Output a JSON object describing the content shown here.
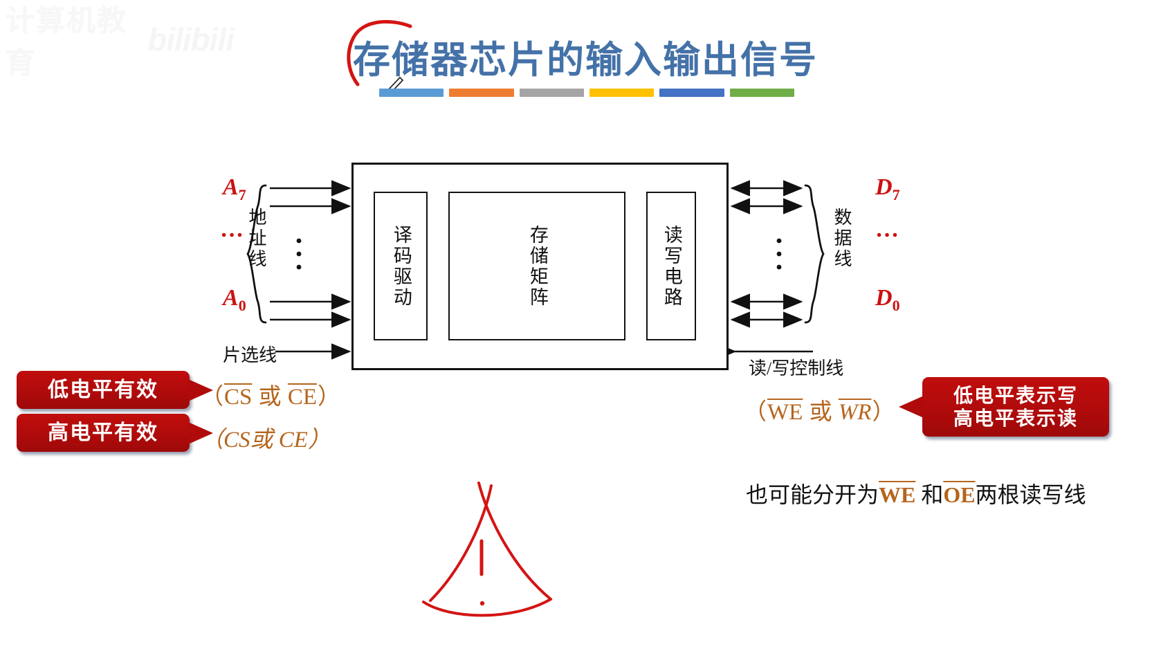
{
  "watermark": {
    "text": "计算机教育",
    "logo": "bilibili"
  },
  "title": {
    "text": "存储器芯片的输入输出信号"
  },
  "title_bars": [
    {
      "name": "bar-blue-light",
      "color": "#5b9bd5"
    },
    {
      "name": "bar-orange",
      "color": "#ed7d31"
    },
    {
      "name": "bar-gray",
      "color": "#a5a5a5"
    },
    {
      "name": "bar-yellow",
      "color": "#ffc000"
    },
    {
      "name": "bar-blue-dark",
      "color": "#4472c4"
    },
    {
      "name": "bar-green",
      "color": "#70ad47"
    }
  ],
  "diagram": {
    "inner_boxes": [
      {
        "name": "decoder-driver",
        "label": "译码驱动"
      },
      {
        "name": "memory-matrix",
        "label": "存储矩阵"
      },
      {
        "name": "read-write-circuit",
        "label": "读写电路"
      }
    ],
    "left": {
      "top_signal": "A",
      "top_signal_sub": "7",
      "dots": "…",
      "bottom_signal": "A",
      "bottom_signal_sub": "0",
      "bus_label": "地址线",
      "chip_select_label": "片选线"
    },
    "right": {
      "top_signal": "D",
      "top_signal_sub": "7",
      "dots": "…",
      "bottom_signal": "D",
      "bottom_signal_sub": "0",
      "bus_label": "数据线",
      "rw_control_label": "读/写控制线"
    }
  },
  "callouts": [
    {
      "name": "low-level-active",
      "text": "低电平有效"
    },
    {
      "name": "high-level-active",
      "text": "高电平有效"
    },
    {
      "name": "write-read-meaning",
      "line1": "低电平表示写",
      "line2": "高电平表示读"
    }
  ],
  "signal_names": {
    "chip_select_overlined": {
      "open": "（",
      "a": "CS",
      "mid": " 或 ",
      "b": "CE",
      "close": "）"
    },
    "chip_select_plain": {
      "open": "（",
      "a": "CS",
      "mid": "或 ",
      "b": "CE",
      "close": "）"
    },
    "write_enable_overlined": {
      "open": "（",
      "a": "WE",
      "mid": " 或 ",
      "b": "WR",
      "close": "）"
    }
  },
  "footer_note": {
    "prefix": "也可能分开为",
    "sig1": "WE",
    "mid": "和",
    "sig2": "OE",
    "suffix": "两根读写线"
  },
  "colors": {
    "title_blue": "#4472a8",
    "callout_red": "#b00b0b",
    "signal_red": "#cc1111",
    "signal_brown": "#b5651d",
    "ink_black": "#111111",
    "annotation_red": "#d41414"
  }
}
